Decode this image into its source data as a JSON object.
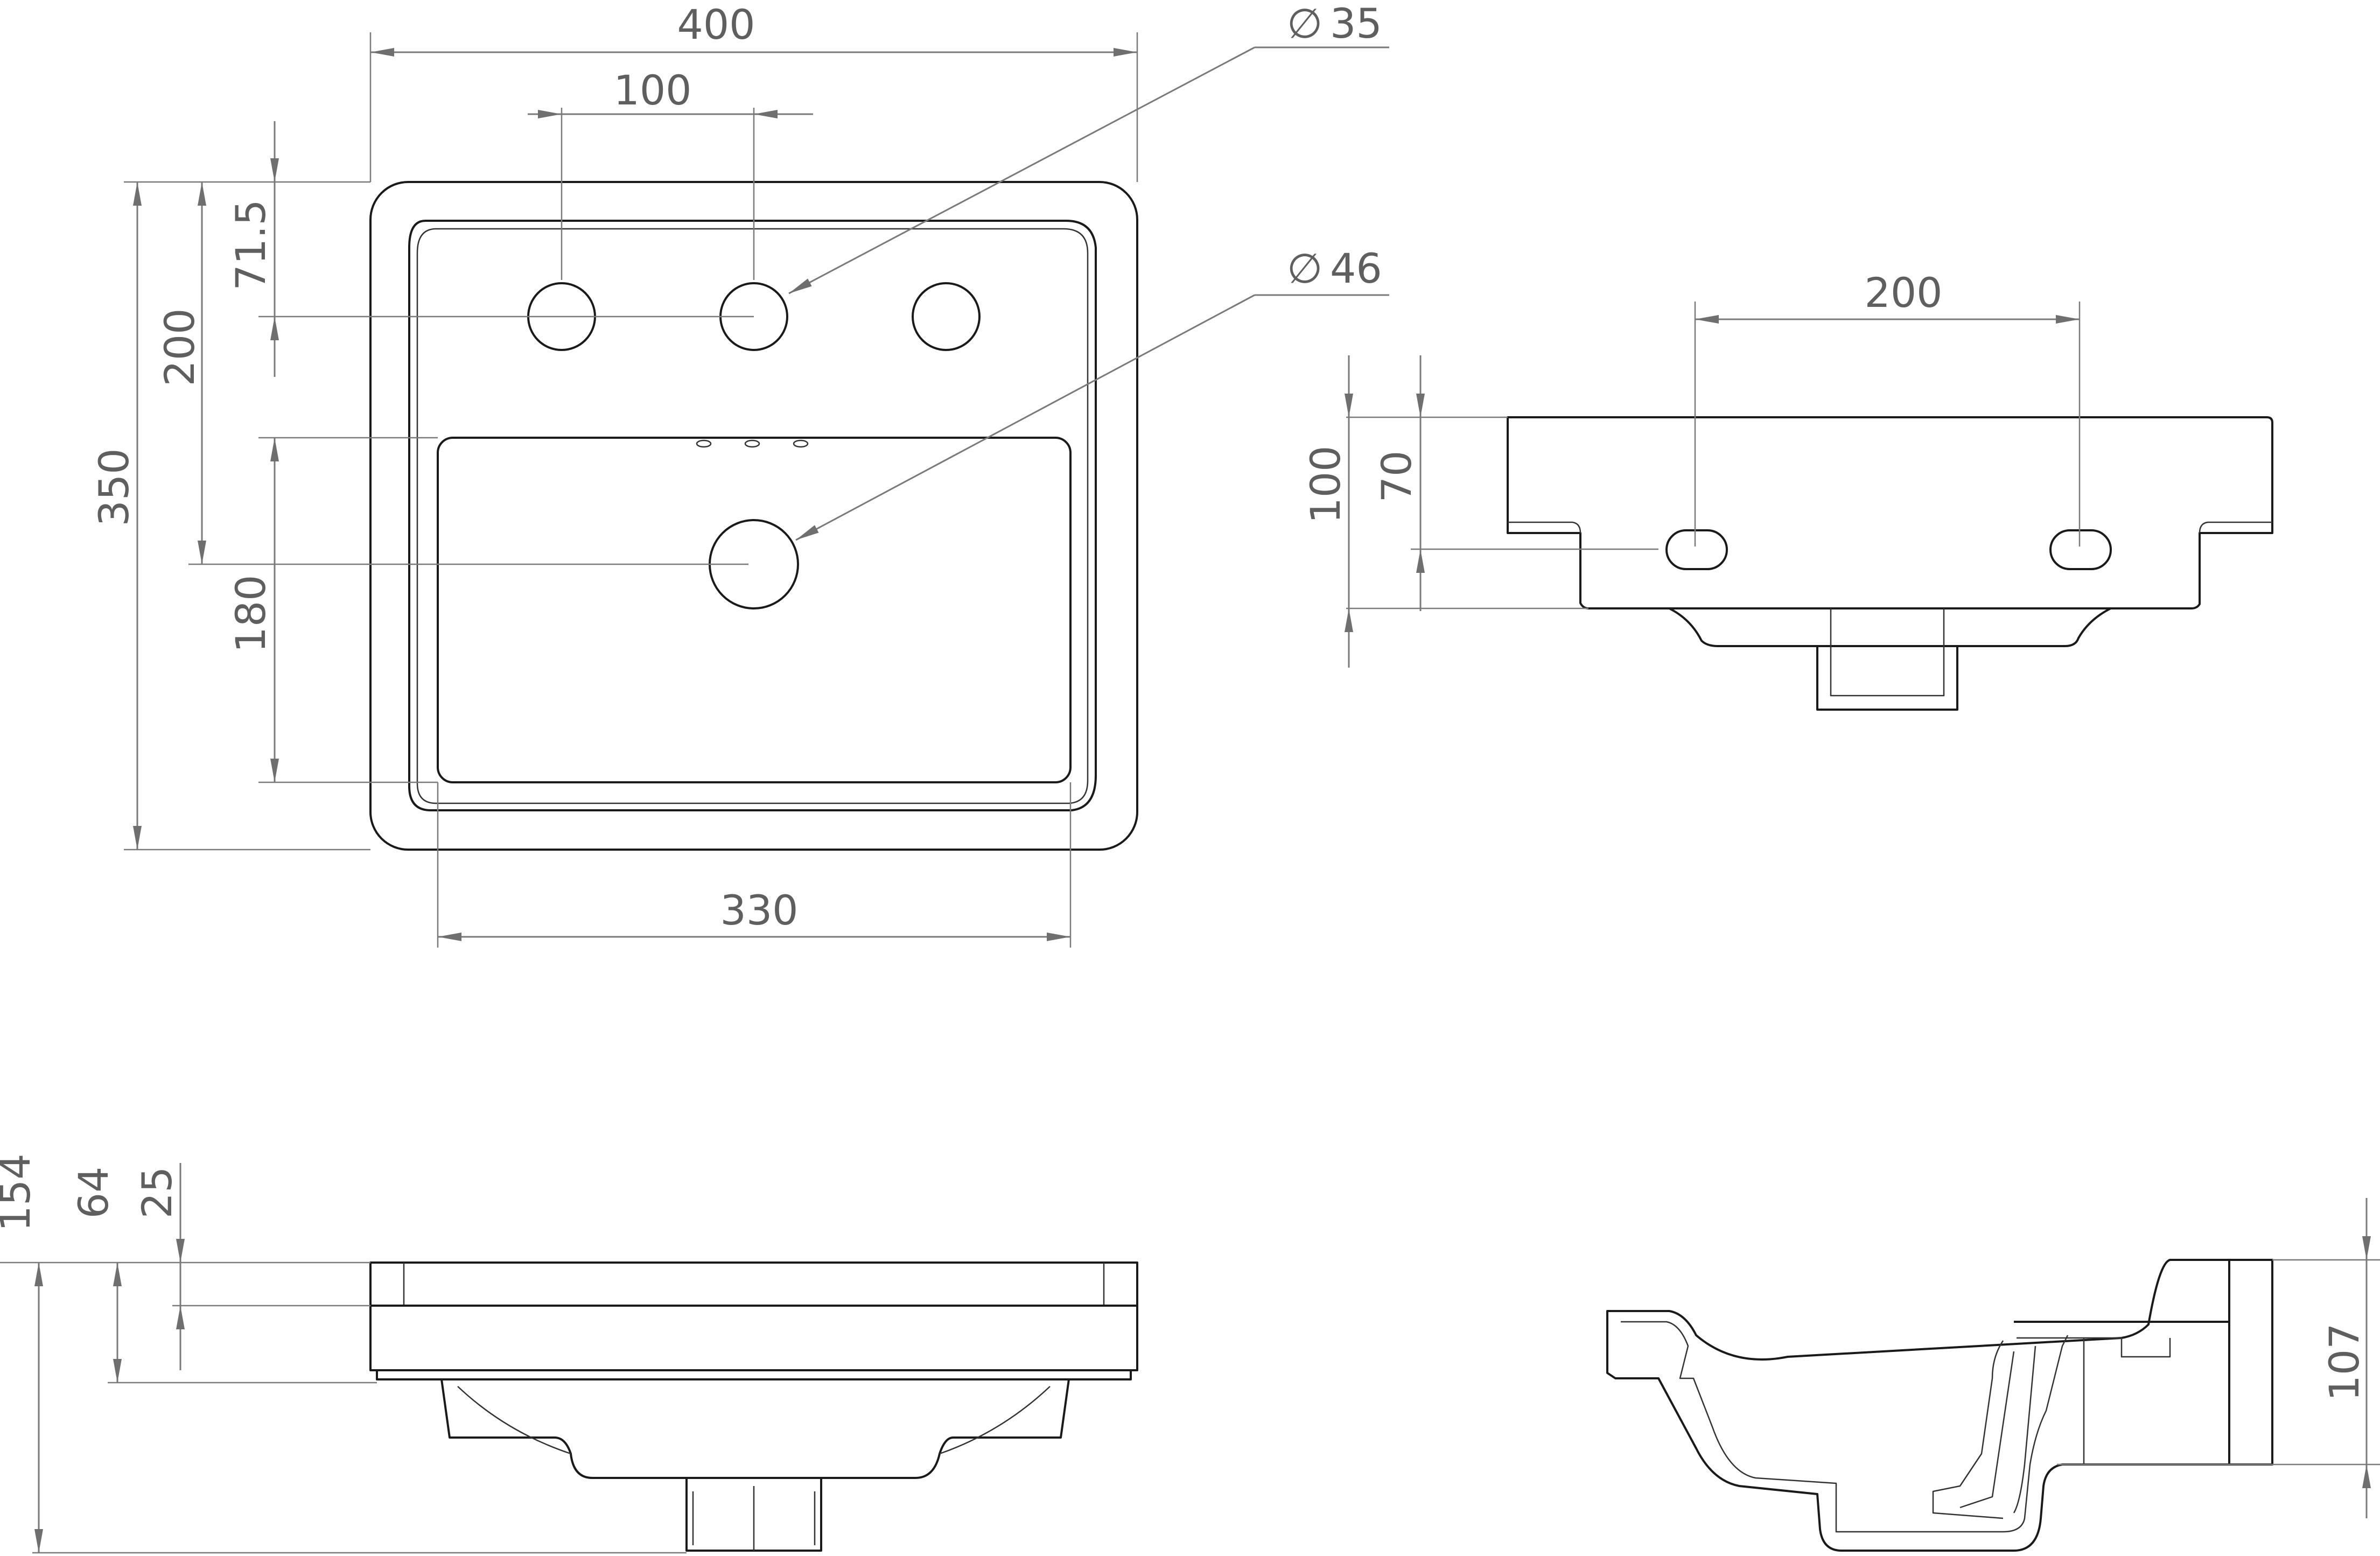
{
  "drawing": {
    "top_view": {
      "overall_width": "400",
      "tap_spacing": "100",
      "tap_hole_diameter": "35",
      "tap_row_offset": "71.5",
      "waste_offset": "200",
      "overall_depth": "350",
      "bowl_depth": "180",
      "bowl_width": "330",
      "waste_diameter": "46",
      "diameter_symbol": "∅"
    },
    "rear_view": {
      "bracket_spacing": "200",
      "overall_height": "100",
      "bracket_height": "70"
    },
    "front_view": {
      "total_height": "154",
      "rim_height": "64",
      "top_band": "25"
    },
    "side_view": {
      "wall_height": "107"
    }
  }
}
